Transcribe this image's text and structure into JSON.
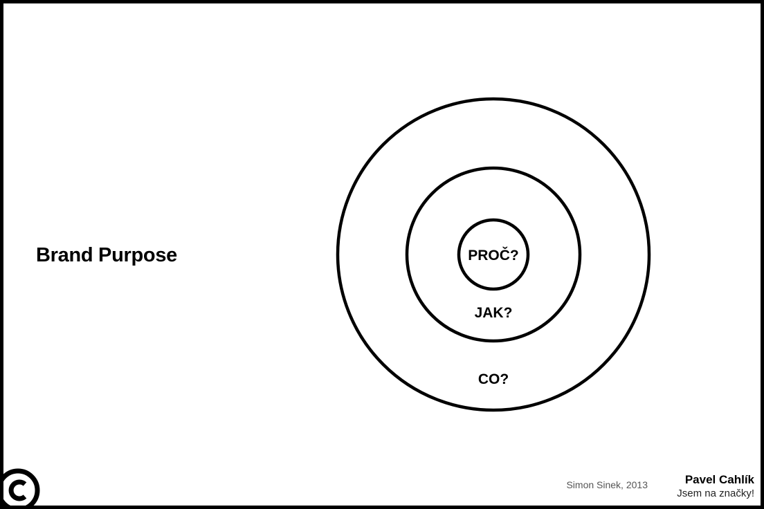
{
  "slide": {
    "title": "Brand Purpose"
  },
  "circles": {
    "inner": "PROČ?",
    "middle": "JAK?",
    "outer": "CO?"
  },
  "footer": {
    "source": "Simon Sinek, 2013",
    "author_name": "Pavel Cahlík",
    "author_tagline": "Jsem na značky!",
    "logo_icon": "copyright-icon"
  },
  "colors": {
    "stroke": "#000000",
    "background": "#ffffff"
  }
}
